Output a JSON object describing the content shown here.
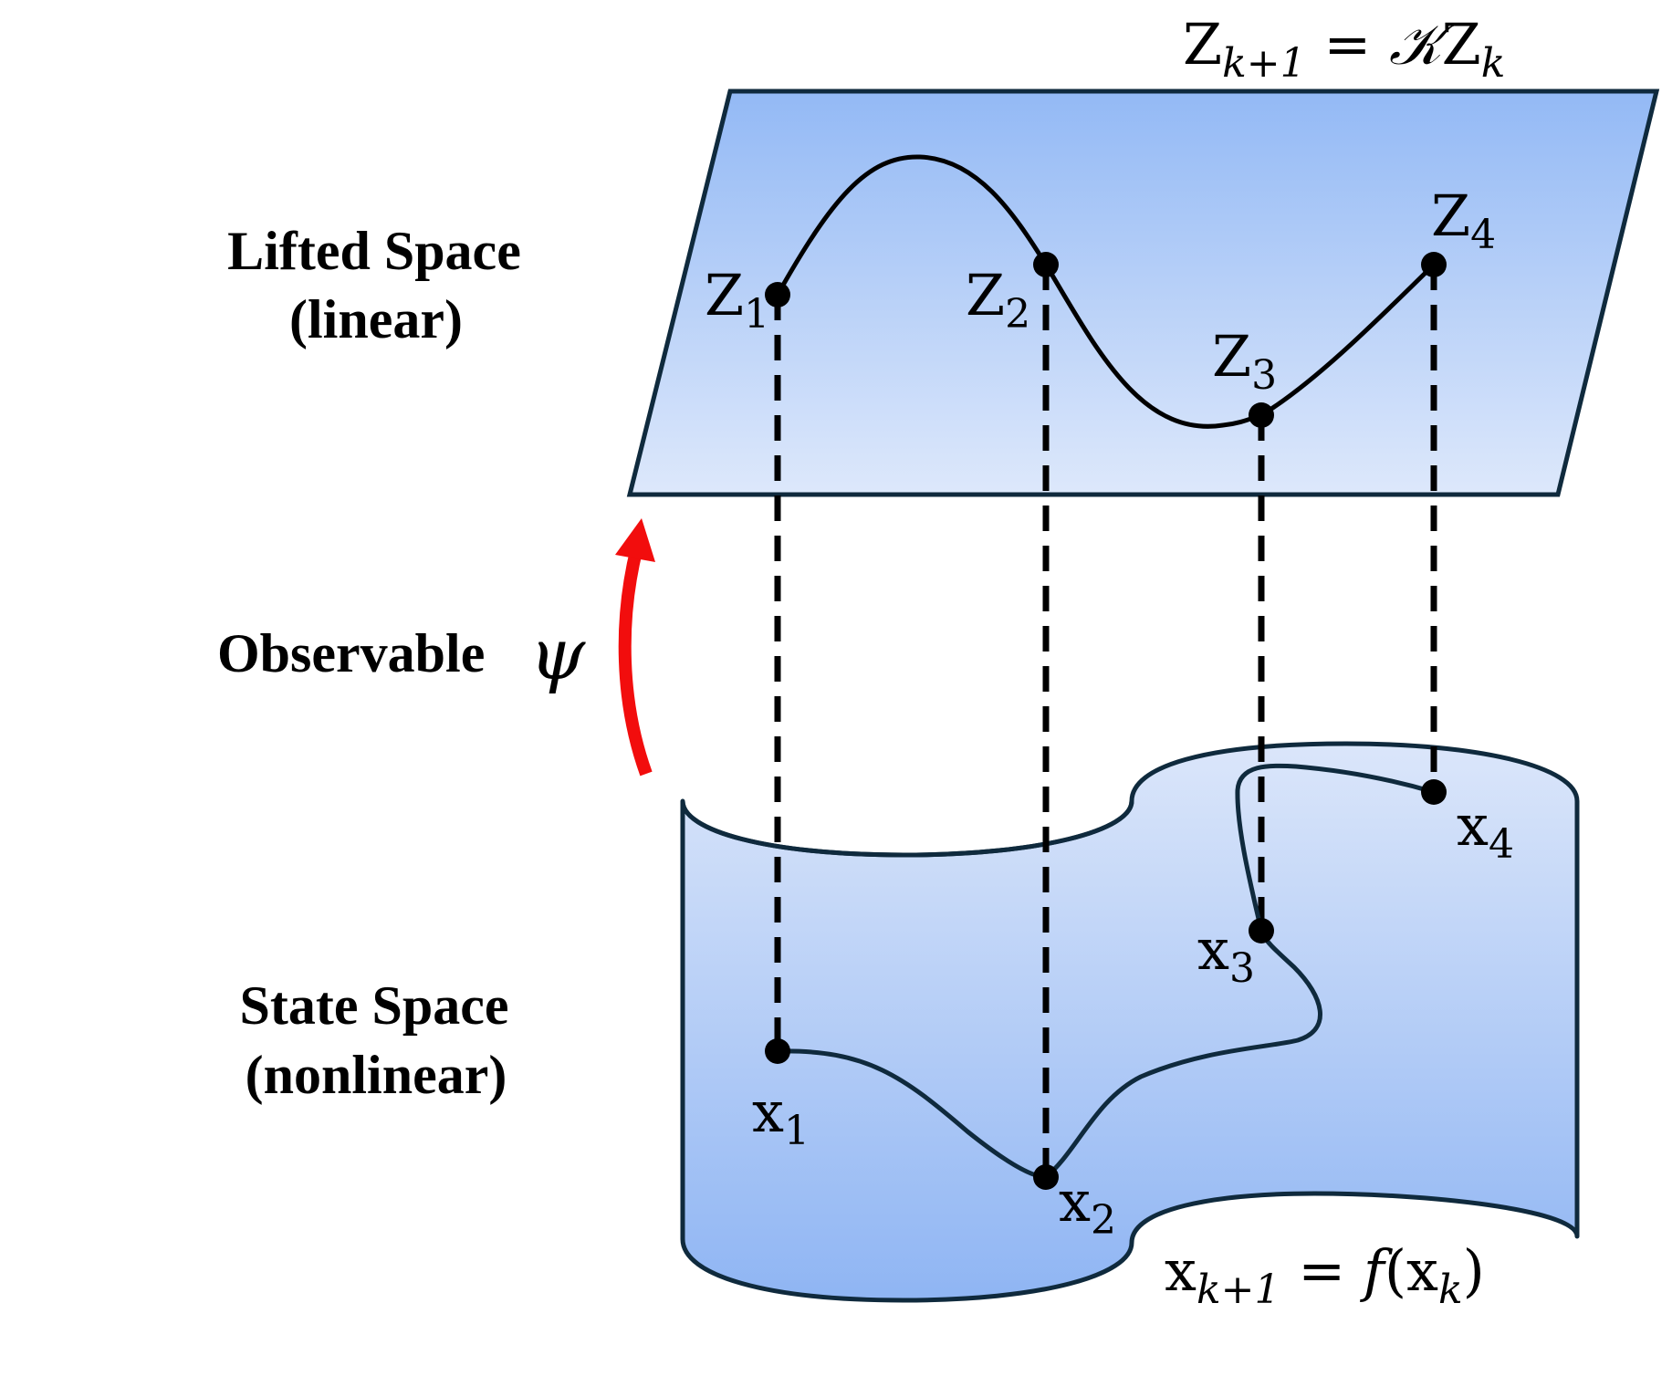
{
  "equations": {
    "lifted": {
      "lhs_base": "Z",
      "lhs_sub": "k+1",
      "op": " = ",
      "operator": "𝒦",
      "rhs_base": "Z",
      "rhs_sub": "k"
    },
    "state": {
      "lhs_base": "x",
      "lhs_sub": "k+1",
      "op": " = ",
      "func": "f",
      "open": "(",
      "arg_base": "x",
      "arg_sub": "k",
      "close": ")"
    }
  },
  "labels": {
    "lifted_space": {
      "line1": "Lifted Space",
      "line2": "(linear)"
    },
    "observable": {
      "text": "Observable",
      "symbol": "ψ"
    },
    "state_space": {
      "line1": "State Space",
      "line2": "(nonlinear)"
    }
  },
  "lifted_points": [
    {
      "base": "Z",
      "sub": "1"
    },
    {
      "base": "Z",
      "sub": "2"
    },
    {
      "base": "Z",
      "sub": "3"
    },
    {
      "base": "Z",
      "sub": "4"
    }
  ],
  "state_points": [
    {
      "base": "x",
      "sub": "1"
    },
    {
      "base": "x",
      "sub": "2"
    },
    {
      "base": "x",
      "sub": "3"
    },
    {
      "base": "x",
      "sub": "4"
    }
  ],
  "colors": {
    "plane_top": "#93b9f5",
    "plane_bottom": "#dde8fb",
    "surface_top": "#dbe6fa",
    "surface_bottom": "#8fb5f3",
    "outline": "#0f2a3d",
    "curve": "#000000",
    "arrow": "#f20d0d"
  }
}
